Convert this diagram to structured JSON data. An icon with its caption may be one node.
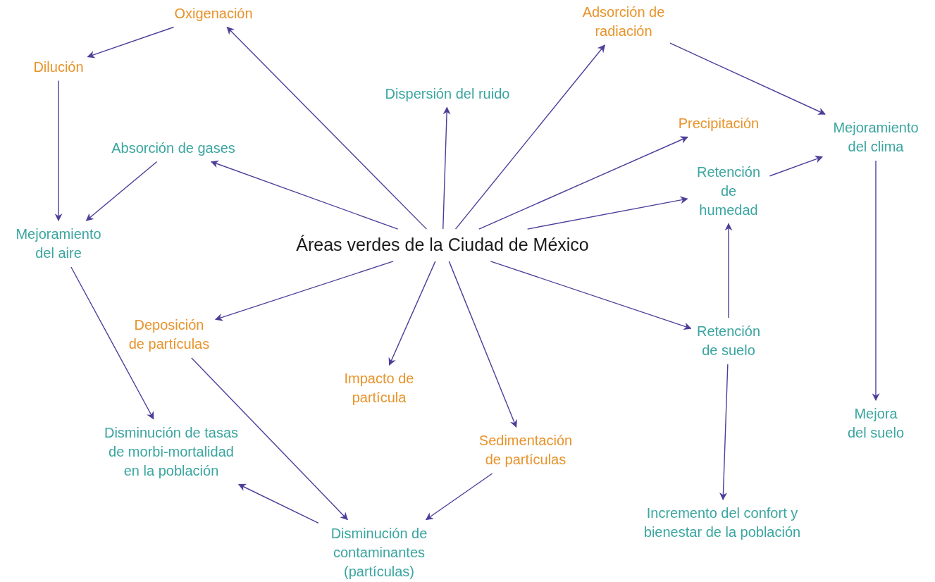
{
  "diagram": {
    "nodes": [
      {
        "text": [
          "Áreas verdes de la Ciudad de México"
        ]
      },
      {
        "text": [
          "Oxigenación"
        ]
      },
      {
        "text": [
          "Dilución"
        ]
      },
      {
        "text": [
          "Absorción de gases"
        ]
      },
      {
        "text": [
          "Mejoramiento del aire"
        ]
      },
      {
        "text": [
          "Dispersión del ruido"
        ]
      },
      {
        "text": [
          "Adsorción de radiación"
        ]
      },
      {
        "text": [
          "Precipitación"
        ]
      },
      {
        "text": [
          "Mejoramiento del clima"
        ]
      },
      {
        "text": [
          "Retención de humedad"
        ]
      },
      {
        "text": [
          "Deposición de partículas"
        ]
      },
      {
        "text": [
          "Impacto de partícula"
        ]
      },
      {
        "text": [
          "Sedimentación de partículas"
        ]
      },
      {
        "text": [
          "Retención de suelo"
        ]
      },
      {
        "text": [
          "Mejora del suelo"
        ]
      },
      {
        "text": [
          "Disminución de tasas de morbi-mortalidad en la población"
        ]
      },
      {
        "text": [
          "Disminución de contaminantes (partículas)"
        ]
      },
      {
        "text": [
          "Incremento del confort y bienestar de la población"
        ]
      }
    ],
    "edges": [
      {
        "from": 0,
        "to": 1,
        "arrow": "to"
      },
      {
        "from": 1,
        "to": 2,
        "arrow": "to"
      },
      {
        "from": 2,
        "to": 4,
        "arrow": "to"
      },
      {
        "from": 0,
        "to": 3,
        "arrow": "to"
      },
      {
        "from": 3,
        "to": 4,
        "arrow": "to"
      },
      {
        "from": 0,
        "to": 5,
        "arrow": "to"
      },
      {
        "from": 0,
        "to": 6,
        "arrow": "to"
      },
      {
        "from": 6,
        "to": 8,
        "arrow": "to"
      },
      {
        "from": 0,
        "to": 7,
        "arrow": "to"
      },
      {
        "from": 0,
        "to": 9,
        "arrow": "to"
      },
      {
        "from": 9,
        "to": 8,
        "arrow": "to"
      },
      {
        "from": 0,
        "to": 13,
        "arrow": "to"
      },
      {
        "from": 13,
        "to": 9,
        "arrow": "to"
      },
      {
        "from": 13,
        "to": 17,
        "arrow": "to"
      },
      {
        "from": 8,
        "to": 14,
        "arrow": "to"
      },
      {
        "from": 0,
        "to": 10,
        "arrow": "to"
      },
      {
        "from": 0,
        "to": 11,
        "arrow": "to"
      },
      {
        "from": 0,
        "to": 12,
        "arrow": "to"
      },
      {
        "from": 4,
        "to": 15,
        "arrow": "to"
      },
      {
        "from": 10,
        "to": 16,
        "arrow": "to"
      },
      {
        "from": 12,
        "to": 16,
        "arrow": "to"
      },
      {
        "from": 16,
        "to": 15,
        "arrow": "to"
      }
    ]
  }
}
